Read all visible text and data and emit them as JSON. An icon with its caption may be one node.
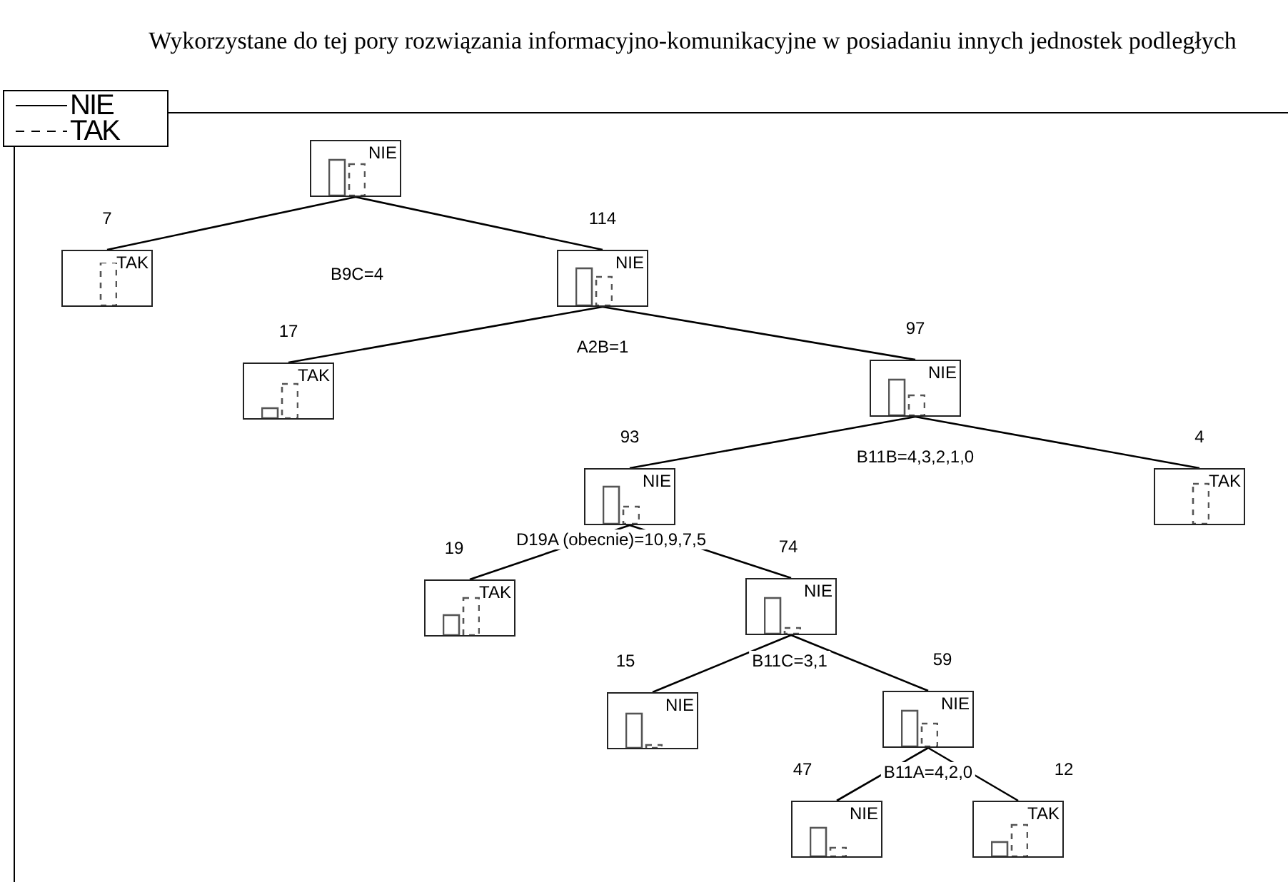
{
  "diagram": {
    "title": "Wykorzystane do tej pory rozwiązania informacyjno-komunikacyjne w posiadaniu innych jednostek podległych",
    "nodes": [
      {
        "text": [
          "NIE"
        ]
      },
      {
        "text": [
          "TAK"
        ],
        "beside": [
          "7"
        ]
      },
      {
        "text": [
          "NIE"
        ],
        "beside": [
          "114"
        ]
      },
      {
        "text": [
          "TAK"
        ],
        "beside": [
          "17"
        ]
      },
      {
        "text": [
          "NIE"
        ],
        "beside": [
          "97"
        ]
      },
      {
        "text": [
          "NIE"
        ],
        "beside": [
          "93"
        ]
      },
      {
        "text": [
          "TAK"
        ],
        "beside": [
          "4"
        ]
      },
      {
        "text": [
          "TAK"
        ],
        "beside": [
          "19"
        ]
      },
      {
        "text": [
          "NIE"
        ],
        "beside": [
          "74"
        ]
      },
      {
        "text": [
          "NIE"
        ],
        "beside": [
          "15"
        ]
      },
      {
        "text": [
          "NIE"
        ],
        "beside": [
          "59"
        ]
      },
      {
        "text": [
          "NIE"
        ],
        "beside": [
          "47"
        ]
      },
      {
        "text": [
          "TAK"
        ],
        "beside": [
          "12"
        ]
      }
    ],
    "edges": [
      {
        "from": 0,
        "to": 1,
        "arrow": "none"
      },
      {
        "from": 0,
        "to": 2,
        "arrow": "none"
      },
      {
        "from": 2,
        "to": 3,
        "arrow": "none"
      },
      {
        "from": 2,
        "to": 4,
        "arrow": "none"
      },
      {
        "from": 4,
        "to": 5,
        "arrow": "none"
      },
      {
        "from": 4,
        "to": 6,
        "arrow": "none"
      },
      {
        "from": 5,
        "to": 7,
        "arrow": "none"
      },
      {
        "from": 5,
        "to": 8,
        "arrow": "none"
      },
      {
        "from": 8,
        "to": 9,
        "arrow": "none"
      },
      {
        "from": 8,
        "to": 10,
        "arrow": "none"
      },
      {
        "from": 10,
        "to": 11,
        "arrow": "none"
      },
      {
        "from": 10,
        "to": 12,
        "arrow": "none"
      }
    ],
    "labels": [
      "B9C=4",
      "A2B=1",
      "B11B=4,3,2,1,0",
      "D19A (obecnie)=10,9,7,5",
      "B11C=3,1",
      "B11A=4,2,0"
    ],
    "legend": [
      {
        "text": "NIE"
      },
      {
        "text": "TAK"
      }
    ]
  }
}
